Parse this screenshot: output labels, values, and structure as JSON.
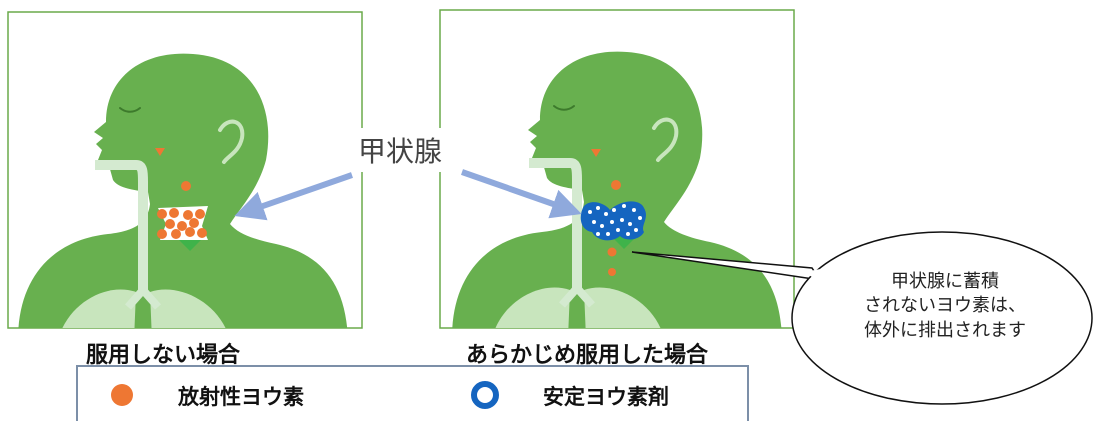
{
  "panels": [
    {
      "caption": "服用しない場合"
    },
    {
      "caption": "あらかじめ服用した場合"
    }
  ],
  "callout": {
    "label": "甲状腺"
  },
  "speech_bubble": {
    "lines": [
      "甲状腺に蓄積",
      "されないヨウ素は、",
      "体外に排出されます"
    ]
  },
  "legend": {
    "items": [
      {
        "label": "放射性ヨウ素",
        "marker": "filled-circle",
        "color": "#ee7733"
      },
      {
        "label": "安定ヨウ素剤",
        "marker": "ring",
        "color": "#1565c0"
      }
    ]
  },
  "colors": {
    "body": "#68b04f",
    "lungs": "#c8e5bd",
    "airway": "#d4ead0",
    "thyroid": "#3fb34a",
    "arrow": "#8fa9dc",
    "panel_border": "#6aaa4a",
    "legend_border": "#7c8fa8",
    "iodine_radioactive": "#ee7733",
    "iodine_stable_fill": "#1565c0"
  }
}
